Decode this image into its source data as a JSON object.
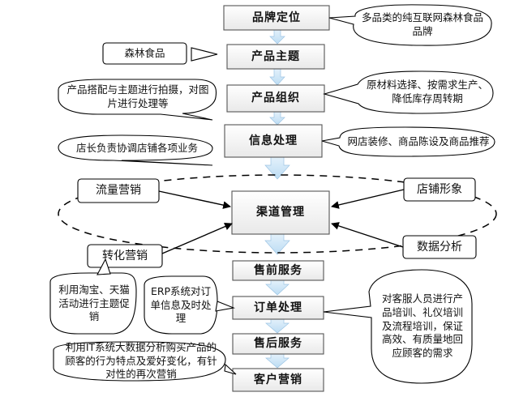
{
  "flow": {
    "brand": "品牌定位",
    "theme": "产品主题",
    "organize": "产品组织",
    "info": "信息处理",
    "channel": "渠道管理",
    "presale": "售前服务",
    "order": "订单处理",
    "aftersale": "售后服务",
    "marketing": "客户营销"
  },
  "notes": {
    "brand": "多品类的纯互联网森林食品品牌",
    "theme": "森林食品",
    "organize_left": "产品搭配与主题进行拍摄，对图片进行处理等",
    "organize_right": "原材料选择、按需求生产、降低库存周转期",
    "info_right": "网店装修、商品陈设及商品推荐",
    "info_left": "店长负责协调店铺各项业务",
    "traffic": "流量营销",
    "image": "店铺形象",
    "conversion": "转化营销",
    "data": "数据分析",
    "promo": "利用淘宝、天猫活动进行主题促销",
    "erp": "ERP系统对订单信息及时处理",
    "service": "对客服人员进行产品培训、礼仪培训及流程培训，保证高效、有质量地回应顾客的需求",
    "bigdata": "利用IT系统大数据分析购买产品的顾客的行为特点及爱好变化，有针对性的再次营销"
  }
}
